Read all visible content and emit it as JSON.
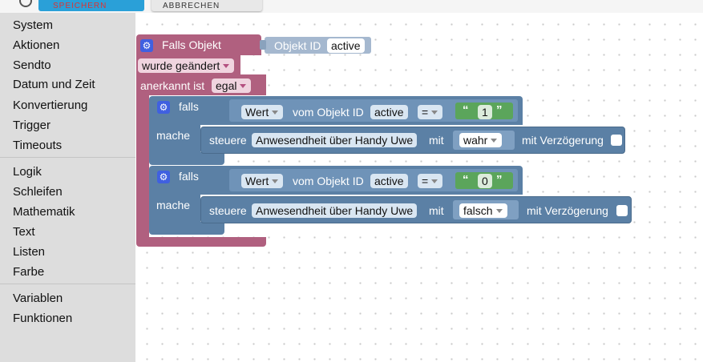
{
  "toolbar": {
    "settings_icon": "gear-icon",
    "save_label": "SPEICHERN",
    "cancel_label": "ABBRECHEN",
    "colors": {
      "save_bg": "#2aa0d8",
      "cancel_bg": "#e8e8e8"
    }
  },
  "sidebar": {
    "items": [
      {
        "label": "System"
      },
      {
        "label": "Aktionen"
      },
      {
        "label": "Sendto"
      },
      {
        "label": "Datum und Zeit"
      },
      {
        "label": "Konvertierung"
      },
      {
        "label": "Trigger"
      },
      {
        "label": "Timeouts"
      },
      {
        "label": "Logik"
      },
      {
        "label": "Schleifen"
      },
      {
        "label": "Mathematik"
      },
      {
        "label": "Text"
      },
      {
        "label": "Listen"
      },
      {
        "label": "Farbe"
      },
      {
        "label": "Variablen"
      },
      {
        "label": "Funktionen"
      }
    ]
  },
  "workspace": {
    "trigger": {
      "title": "Falls Objekt",
      "object_label": "Objekt ID",
      "object_value": "active",
      "event": "wurde geändert",
      "ack_label": "anerkannt ist",
      "ack_value": "egal",
      "color": "#b0607f"
    },
    "conditions": [
      {
        "if_label": "falls",
        "value_dropdown": "Wert",
        "from_object_label": "vom Objekt ID",
        "object_value": "active",
        "operator": "=",
        "literal": "1",
        "do_label": "mache",
        "action_label": "steuere",
        "target": "Anwesendheit über Handy Uwe",
        "with_label": "mit",
        "set_value": "wahr",
        "delay_label": "mit Verzögerung"
      },
      {
        "if_label": "falls",
        "value_dropdown": "Wert",
        "from_object_label": "vom Objekt ID",
        "object_value": "active",
        "operator": "=",
        "literal": "0",
        "do_label": "mache",
        "action_label": "steuere",
        "target": "Anwesendheit über Handy Uwe",
        "with_label": "mit",
        "set_value": "falsch",
        "delay_label": "mit Verzögerung"
      }
    ],
    "colors": {
      "logic": "#5b80a5",
      "text": "#5ba55b",
      "trigger": "#b0607f",
      "object": "#a5b8cf"
    }
  }
}
